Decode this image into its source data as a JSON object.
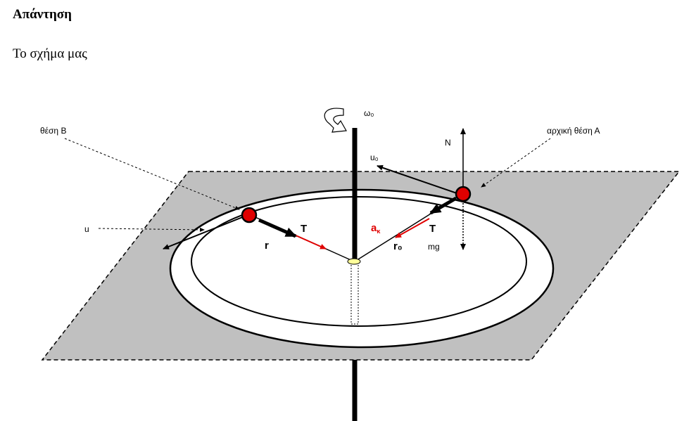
{
  "document": {
    "heading": "Απάντηση",
    "intro": "Το σχήμα μας"
  },
  "diagram": {
    "labels": {
      "omega": "ω₀",
      "position_b": "θέση Β",
      "initial_position_a": "αρχική θέση Α",
      "normal_force": "N",
      "initial_velocity": "u₀",
      "velocity": "u",
      "tension_b": "T",
      "tension_a": "T",
      "radius": "r",
      "initial_radius": "r₀",
      "centripetal_accel": "a",
      "centripetal_sub": "κ",
      "weight": "mg"
    },
    "colors": {
      "plane_fill": "#c0c0c0",
      "ring_fill": "#ffffff",
      "mass": "#e00000",
      "accel_vector": "#e00000",
      "hole": "#ffff99"
    }
  }
}
